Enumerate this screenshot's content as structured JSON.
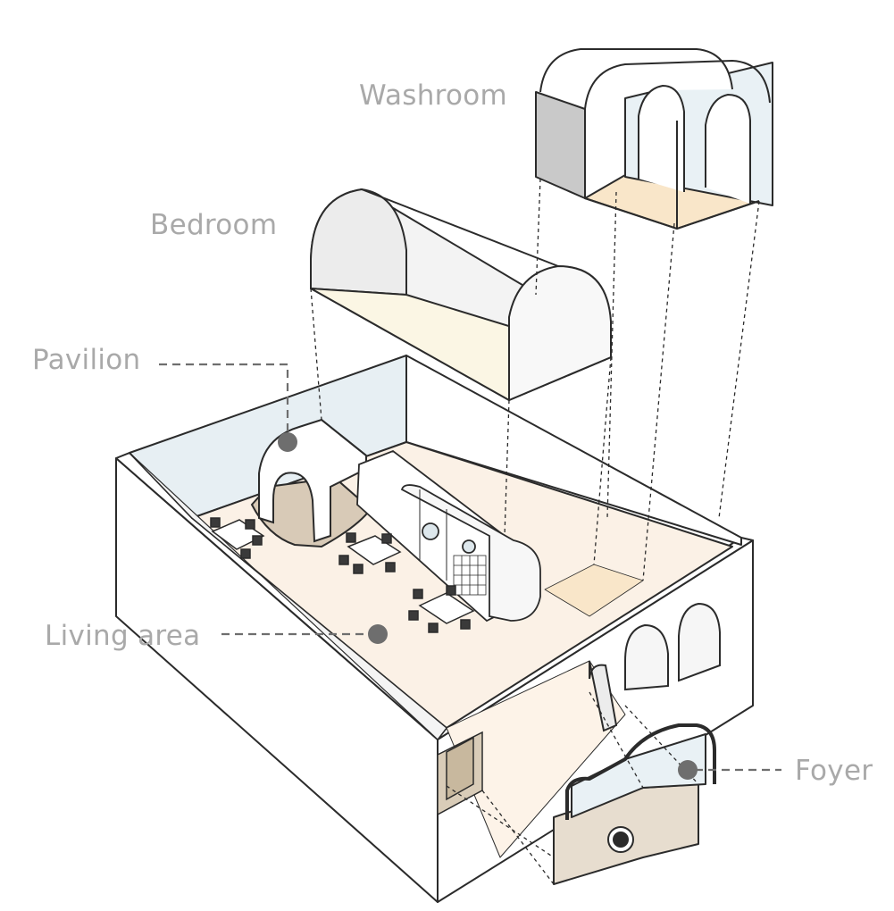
{
  "labels": {
    "washroom": "Washroom",
    "bedroom": "Bedroom",
    "pavilion": "Pavilion",
    "living_area": "Living area",
    "foyer": "Foyer"
  },
  "colors": {
    "label_text": "#a9a9a9",
    "leader_line": "#6e6e6e",
    "marker_dot": "#6e6e6e",
    "outline": "#2b2b2b",
    "wall_fill": "#ffffff",
    "floor_fill": "#fbf1e6",
    "glass_fill": "#e6eef2",
    "wood_fill": "#e7ddcf"
  },
  "icons": {
    "marker": "dot-marker-icon",
    "chair": "chair-icon",
    "table": "dining-table-icon"
  }
}
